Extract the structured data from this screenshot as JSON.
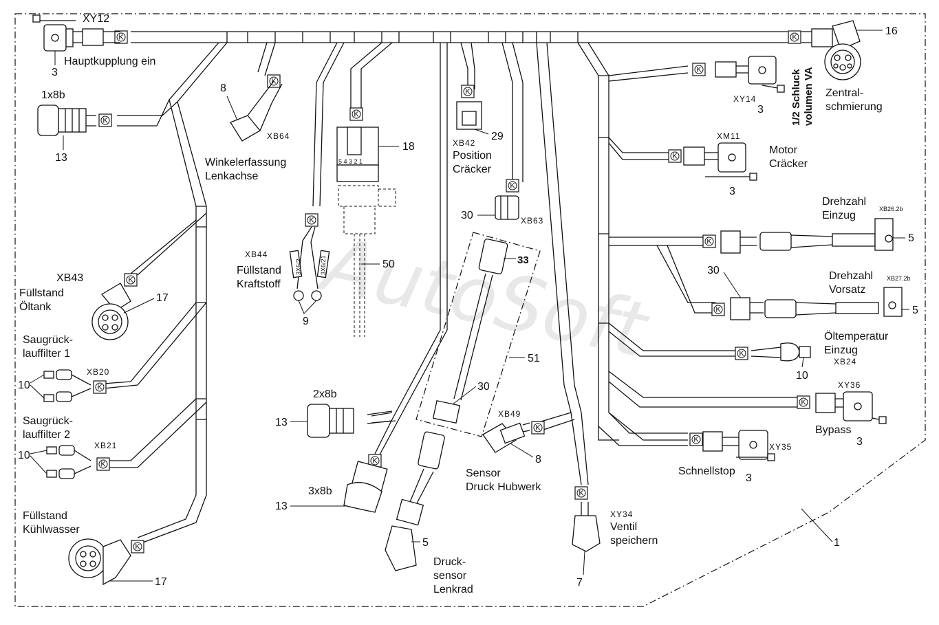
{
  "watermark": "AutoSoft",
  "connector_marker": "K",
  "labels": {
    "xy12": "XY12",
    "hauptkupplung": "Hauptkupplung ein",
    "n3_top": "3",
    "c1x8b": "1x8b",
    "n13_left": "13",
    "n8_top": "8",
    "xb64": "XB64",
    "winkel1": "Winkelerfassung",
    "winkel2": "Lenkachse",
    "n18": "18",
    "xb42": "XB42",
    "n29": "29",
    "position": "Position",
    "cracker1": "Cräcker",
    "xy14": "XY14",
    "n3_xy14": "3",
    "halbschluck1": "1/2 Schluck",
    "halbschluck2": "volumen VA",
    "n16": "16",
    "zentral1": "Zentral-",
    "zentral2": "schmierung",
    "xm11": "XM11",
    "motor": "Motor",
    "cracker2": "Cräcker",
    "n3_xm11": "3",
    "drehzahl1": "Drehzahl",
    "einzug1": "Einzug",
    "xb262b": "XB26.2b",
    "n5_a": "5",
    "n30_mid": "30",
    "xb63": "XB63",
    "n30_right": "30",
    "drehzahl2": "Drehzahl",
    "vorsatz": "Vorsatz",
    "xb272b": "XB27.2b",
    "n5_b": "5",
    "oeltemp1": "Öltemperatur",
    "oeltemp2": "Einzug",
    "xb24": "XB24",
    "n10_right": "10",
    "xy36": "XY36",
    "bypass": "Bypass",
    "n3_bypass": "3",
    "xy35": "XY35",
    "schnellstop": "Schnellstop",
    "n3_schnell": "3",
    "n1": "1",
    "xy34": "XY34",
    "ventil1": "Ventil",
    "ventil2": "speichern",
    "n7": "7",
    "xb49": "XB49",
    "n8_sensor": "8",
    "sensor1": "Sensor",
    "sensor2": "Druck Hubwerk",
    "druck1": "Druck-",
    "druck2": "sensor",
    "druck3": "Lenkrad",
    "n5_lenk": "5",
    "n33": "33",
    "n30_dash": "30",
    "n51": "51",
    "n50": "50",
    "xb44": "XB44",
    "fuell1": "Füllstand",
    "fuell2": "Kraftstoff",
    "n9": "9",
    "c2x8b": "2x8b",
    "n13_2x8b": "13",
    "c3x8b": "3x8b",
    "n13_3x8b": "13",
    "xb43": "XB43",
    "oeltank1": "Füllstand",
    "oeltank2": "Öltank",
    "n17_top": "17",
    "saug1a": "Saugrück-",
    "saug1b": "lauffilter 1",
    "xb20": "XB20",
    "n10_a": "10",
    "saug2a": "Saugrück-",
    "saug2b": "lauffilter 2",
    "xb21": "XB21",
    "n10_b": "10",
    "kuehl1": "Füllstand",
    "kuehl2": "Kühlwasser",
    "n17_bottom": "17",
    "pin_seq": "5 4 3 2 1",
    "sensor_tag1": "3X6/2",
    "sensor_tag2": "3X6/21"
  }
}
